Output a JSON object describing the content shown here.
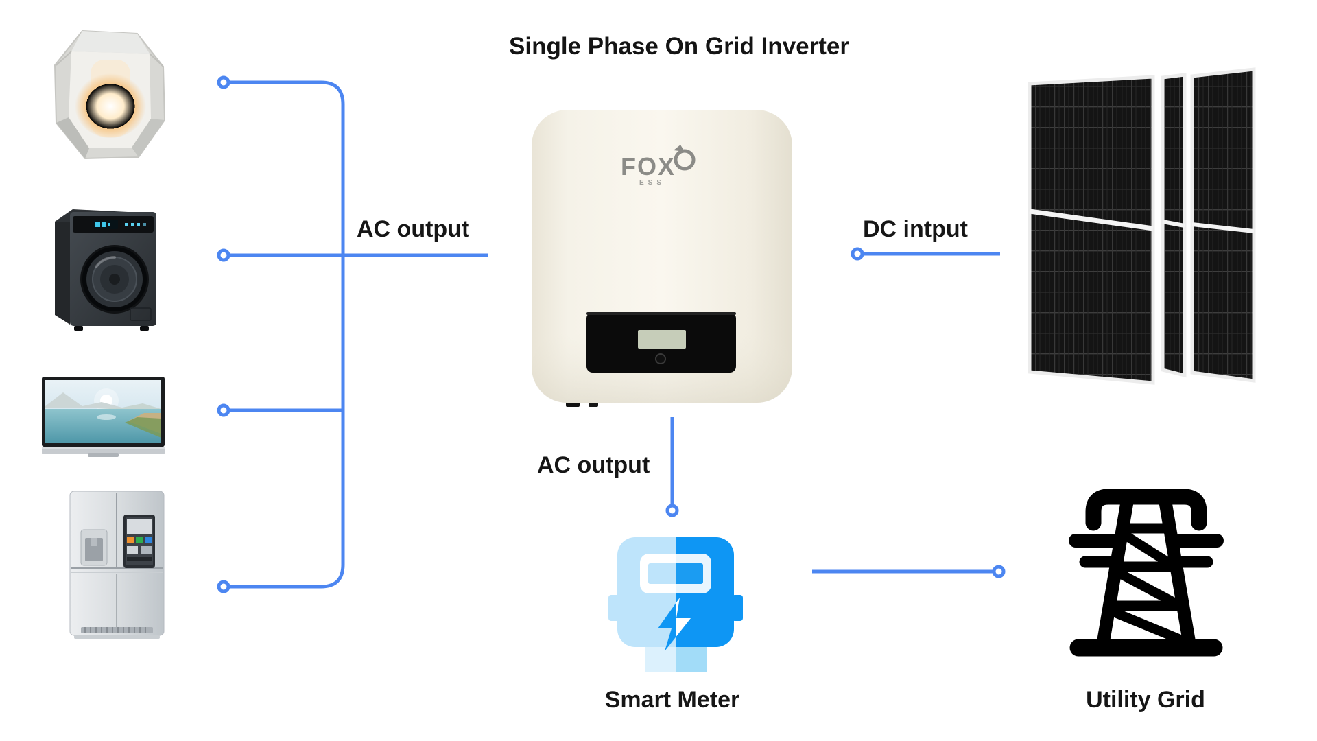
{
  "title": "Single Phase On Grid Inverter",
  "edges": {
    "appliances_ac": {
      "label": "AC output",
      "from": "inverter",
      "to": "home-appliances"
    },
    "dc_input": {
      "label": "DC intput",
      "from": "solar-panels",
      "to": "inverter"
    },
    "meter_ac": {
      "label": "AC output",
      "from": "inverter",
      "to": "smart-meter"
    },
    "meter_to_grid": {
      "from": "smart-meter",
      "to": "utility-grid"
    }
  },
  "nodes": {
    "inverter": {
      "brand": "FOX",
      "brand_sub": "ESS"
    },
    "smart_meter": {
      "label": "Smart Meter",
      "icon": "electric-meter-icon"
    },
    "utility_grid": {
      "label": "Utility Grid",
      "icon": "transmission-tower-icon"
    },
    "solar_panels": {
      "icon": "solar-panel-array",
      "panel_count": 3
    },
    "appliances": [
      {
        "icon": "decorative-lamp-photo"
      },
      {
        "icon": "washing-machine-photo"
      },
      {
        "icon": "television-photo"
      },
      {
        "icon": "refrigerator-photo"
      }
    ]
  },
  "colors": {
    "connector_blue": "#4c86f1",
    "meter_light_blue": "#bee4fb",
    "meter_bright_blue": "#0e96f4",
    "inverter_body": "#f5f1e6",
    "text": "#161616",
    "background": "#ffffff"
  }
}
